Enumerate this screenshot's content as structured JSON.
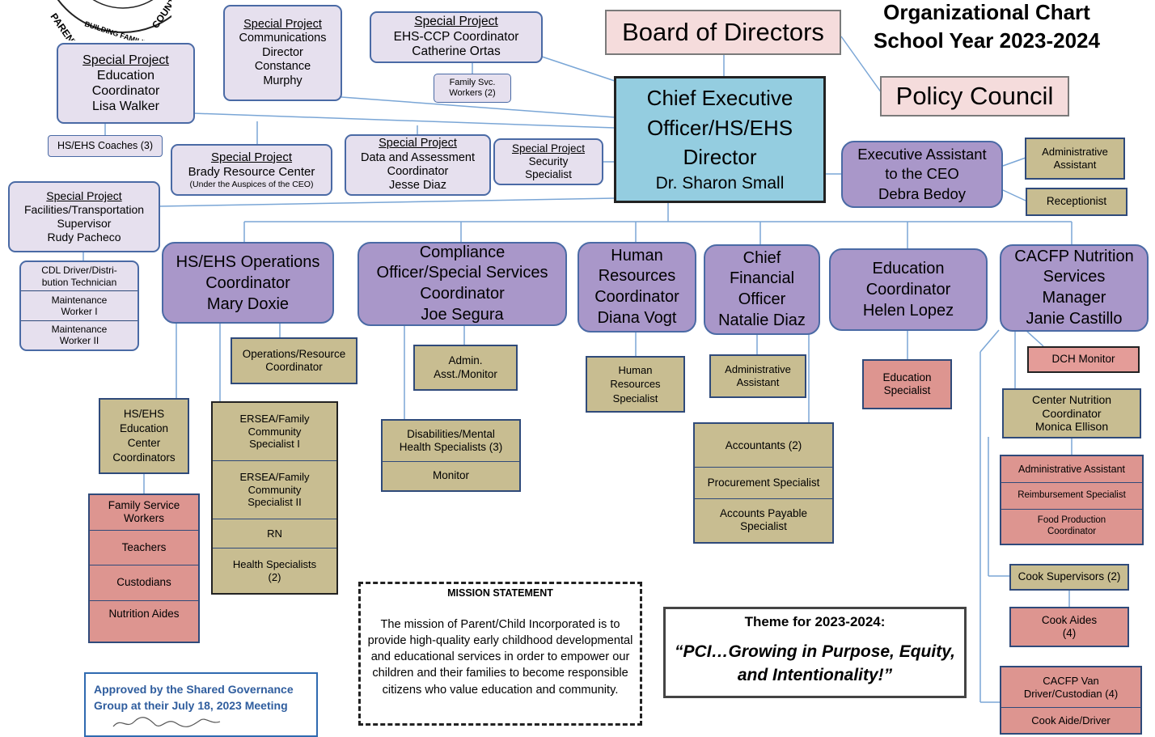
{
  "title": {
    "line1": "Organizational Chart",
    "line2": "School Year 2023-2024"
  },
  "logo": {
    "text_left": "PARENT",
    "text_mid": "BUILDING FAMILIES",
    "text_right": "COUNTY"
  },
  "board": "Board of Directors",
  "policy": "Policy Council",
  "ceo": {
    "l1": "Chief Executive",
    "l2": "Officer/HS/EHS",
    "l3": "Director",
    "l4": "Dr. Sharon Small"
  },
  "special_projects": {
    "communications": {
      "head": "Special Project",
      "l1": "Communications",
      "l2": "Director",
      "l3": "Constance",
      "l4": "Murphy"
    },
    "ehs_ccp": {
      "head": "Special Project",
      "l1": "EHS-CCP Coordinator",
      "l2": "Catherine Ortas"
    },
    "education": {
      "head": "Special Project",
      "l1": "Education",
      "l2": "Coordinator",
      "l3": "Lisa Walker"
    },
    "brady": {
      "head": "Special Project",
      "l1": "Brady Resource Center",
      "l2": "(Under the Auspices of the CEO)"
    },
    "data": {
      "head": "Special Project",
      "l1": "Data and Assessment",
      "l2": "Coordinator",
      "l3": "Jesse Diaz"
    },
    "security": {
      "head": "Special Project",
      "l1": "Security",
      "l2": "Specialist"
    },
    "facilities": {
      "head": "Special Project",
      "l1": "Facilities/Transportation",
      "l2": "Supervisor",
      "l3": "Rudy Pacheco"
    }
  },
  "family_svc": {
    "l1": "Family Svc.",
    "l2": "Workers (2)"
  },
  "hs_ehs_coaches": "HS/EHS Coaches (3)",
  "exec_asst": {
    "l1": "Executive Assistant",
    "l2": "to the CEO",
    "l3": "Debra Bedoy"
  },
  "admin_asst_top": {
    "l1": "Administrative",
    "l2": "Assistant"
  },
  "receptionist": "Receptionist",
  "facilities_staff": {
    "c1a": "CDL Driver/Distri-",
    "c1b": "bution Technician",
    "c2a": "Maintenance",
    "c2b": "Worker I",
    "c3a": "Maintenance",
    "c3b": "Worker II"
  },
  "coordinators": {
    "ops": {
      "l1": "HS/EHS Operations",
      "l2": "Coordinator",
      "l3": "Mary Doxie"
    },
    "compliance": {
      "l1": "Compliance",
      "l2": "Officer/Special Services",
      "l3": "Coordinator",
      "l4": "Joe Segura"
    },
    "hr": {
      "l1": "Human",
      "l2": "Resources",
      "l3": "Coordinator",
      "l4": "Diana Vogt"
    },
    "cfo": {
      "l1": "Chief",
      "l2": "Financial",
      "l3": "Officer",
      "l4": "Natalie Diaz"
    },
    "education": {
      "l1": "Education",
      "l2": "Coordinator",
      "l3": "Helen Lopez"
    },
    "cacfp": {
      "l1": "CACFP Nutrition",
      "l2": "Services",
      "l3": "Manager",
      "l4": "Janie Castillo"
    }
  },
  "ops_resource": {
    "l1": "Operations/Resource",
    "l2": "Coordinator"
  },
  "center_coords": {
    "l1": "HS/EHS",
    "l2": "Education",
    "l3": "Center",
    "l4": "Coordinators"
  },
  "ersea_stack": {
    "c1a": "ERSEA/Family",
    "c1b": "Community",
    "c1c": "Specialist I",
    "c2a": "ERSEA/Family",
    "c2b": "Community",
    "c2c": "Specialist II",
    "c3": "RN",
    "c4a": "Health  Specialists",
    "c4b": "(2)"
  },
  "center_staff": {
    "c1a": "Family Service",
    "c1b": "Workers",
    "c2": "Teachers",
    "c3": "Custodians",
    "c4": "Nutrition Aides"
  },
  "admin_monitor": {
    "l1": "Admin.",
    "l2": "Asst./Monitor"
  },
  "disabilities": {
    "c1a": "Disabilities/Mental",
    "c1b": "Health Specialists (3)",
    "c2": "Monitor"
  },
  "hr_specialist": {
    "l1": "Human",
    "l2": "Resources",
    "l3": "Specialist"
  },
  "cfo_admin": {
    "l1": "Administrative",
    "l2": "Assistant"
  },
  "accounts": {
    "c1": "Accountants  (2)",
    "c2": "Procurement Specialist",
    "c3a": "Accounts Payable",
    "c3b": "Specialist"
  },
  "edu_specialist": {
    "l1": "Education",
    "l2": "Specialist"
  },
  "dch_monitor": "DCH Monitor",
  "center_nutrition": {
    "l1": "Center Nutrition",
    "l2": "Coordinator",
    "l3": "Monica Ellison"
  },
  "nutrition_staff": {
    "c1": "Administrative Assistant",
    "c2": "Reimbursement Specialist",
    "c3a": "Food Production",
    "c3b": "Coordinator"
  },
  "cook_supervisors": "Cook Supervisors (2)",
  "cook_aides": {
    "l1": "Cook Aides",
    "l2": "(4)"
  },
  "van_driver": {
    "c1a": "CACFP Van",
    "c1b": "Driver/Custodian (4)",
    "c2": "Cook Aide/Driver"
  },
  "mission": {
    "heading": "MISSION STATEMENT",
    "text": "The mission of Parent/Child Incorporated is to provide high-quality early childhood developmental and educational services in order to empower our children and their families to become responsible citizens who value education and community."
  },
  "theme": {
    "heading": "Theme for 2023-2024:",
    "text": "“PCI…Growing in Purpose, Equity, and Intentionality!”"
  },
  "approval": {
    "text": "Approved by the Shared Governance Group at their July 18, 2023 Meeting"
  },
  "colors": {
    "special_fill": "#e6e0ee",
    "coordinator_fill": "#a997c9",
    "tan_fill": "#c8bd91",
    "pink_fill": "#dd9590",
    "ceo_fill": "#94cde0",
    "board_fill": "#f5dcdc",
    "border_blue": "#4a6aa5",
    "line_blue": "#7aa6d6"
  }
}
